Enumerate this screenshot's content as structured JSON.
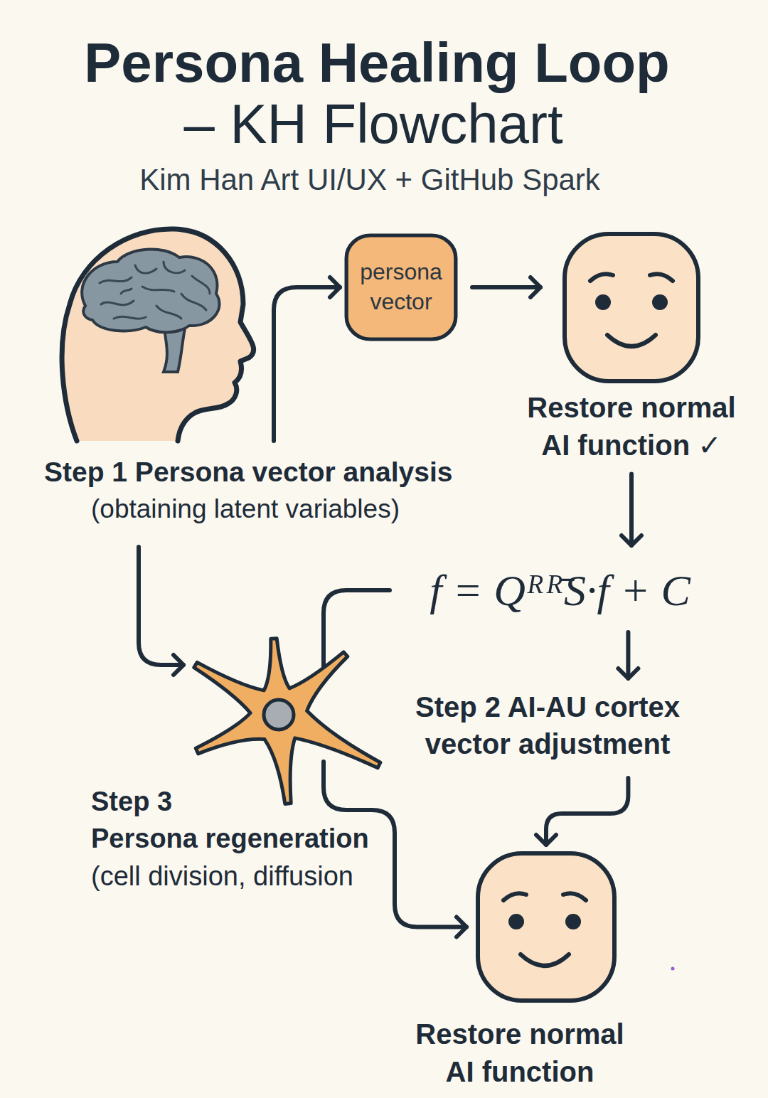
{
  "diagram": {
    "title": "Persona Healing Loop",
    "nodes": [
      {
        "text": [
          "Step 1 Persona vector analysis",
          "(obtaining latent variables)"
        ]
      },
      {
        "text": [
          "persona vector"
        ]
      },
      {
        "text": [
          "Restore normal AI function ✓"
        ]
      },
      {
        "text": [
          "f = Qᴿᴿ̄S·f + C"
        ]
      },
      {
        "text": [
          "Step 3",
          "Persona regeneration",
          "(cell division, diffusion"
        ]
      },
      {
        "text": [
          "Step 2 AI-AU cortex vector adjustment"
        ]
      },
      {
        "text": [
          "Restore normal AI function"
        ]
      }
    ],
    "edges": [
      {
        "from": 0,
        "to": 1,
        "arrow": "to"
      },
      {
        "from": 1,
        "to": 2,
        "arrow": "to"
      },
      {
        "from": 2,
        "to": 3,
        "arrow": "to"
      },
      {
        "from": 3,
        "to": 5,
        "arrow": "to"
      },
      {
        "from": 5,
        "to": 6,
        "arrow": "to"
      },
      {
        "from": 0,
        "to": 4,
        "arrow": "to"
      },
      {
        "from": 4,
        "to": 3,
        "arrow": "none"
      },
      {
        "from": 4,
        "to": 6,
        "arrow": "to"
      }
    ],
    "labels": [
      "– KH Flowchart",
      "Kim Han Art UI/UX + GitHub Spark"
    ]
  }
}
